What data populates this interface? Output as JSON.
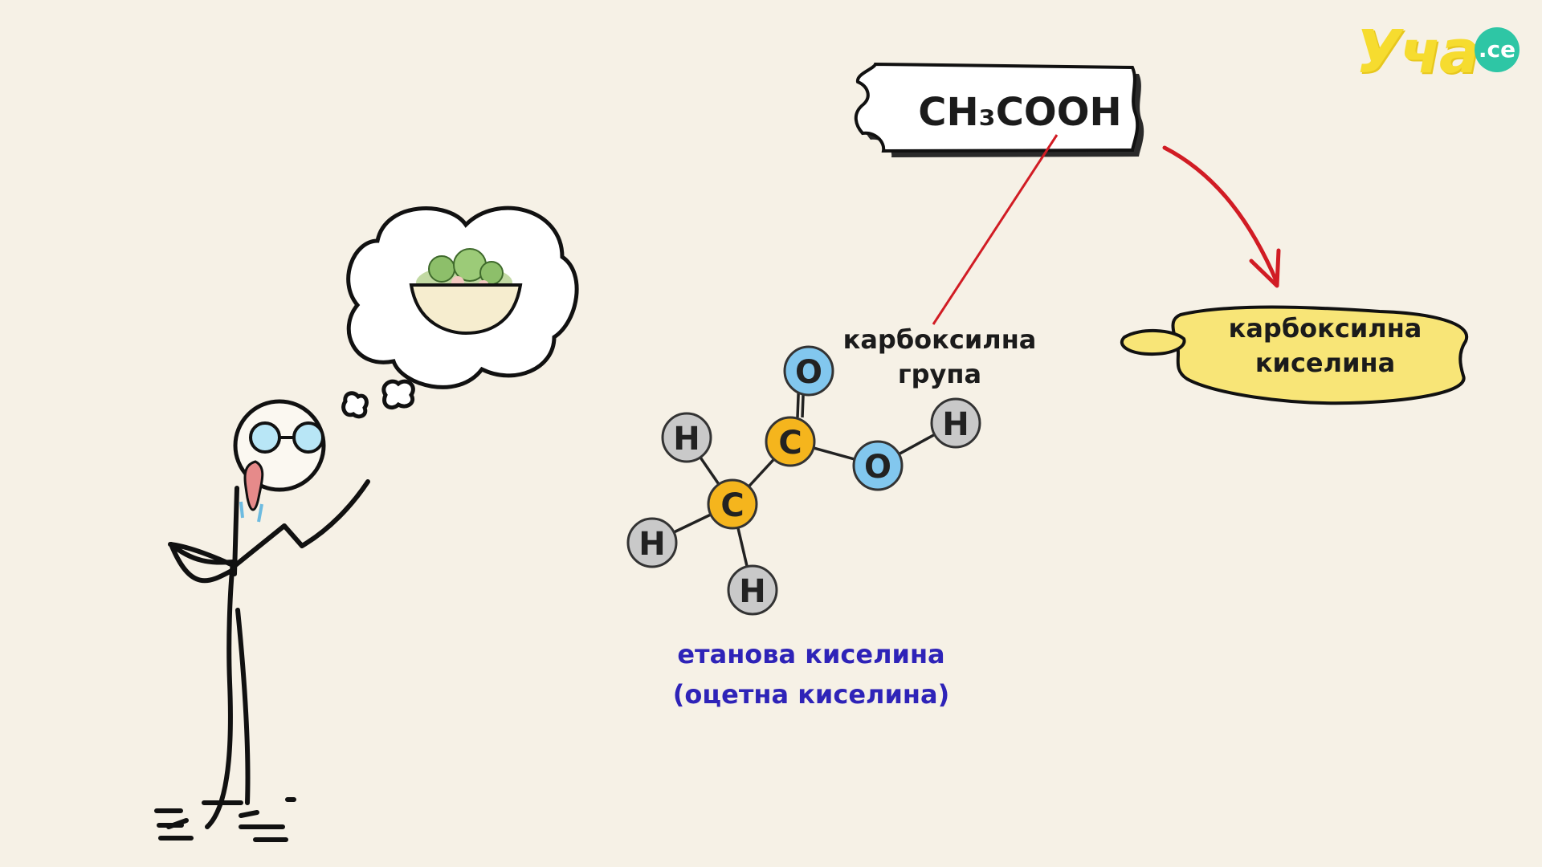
{
  "logo": {
    "text": "Уча",
    "badge": ".ce"
  },
  "formula": {
    "text": "CH₃COOH"
  },
  "labels": {
    "carboxyl_group": [
      "карбоксилна",
      "група"
    ],
    "carboxylic_acid": [
      "карбоксилна",
      "киселина"
    ],
    "compound_name": [
      "етанова киселина",
      "(оцетна киселина)"
    ]
  },
  "molecule": {
    "atoms": [
      {
        "element": "H",
        "type": "hydrogen"
      },
      {
        "element": "H",
        "type": "hydrogen"
      },
      {
        "element": "H",
        "type": "hydrogen"
      },
      {
        "element": "C",
        "type": "carbon"
      },
      {
        "element": "C",
        "type": "carbon"
      },
      {
        "element": "O",
        "type": "oxygen"
      },
      {
        "element": "O",
        "type": "oxygen"
      },
      {
        "element": "H",
        "type": "hydrogen"
      }
    ]
  },
  "colors": {
    "background": "#f6f1e6",
    "carbon": "#f5b51d",
    "oxygen": "#82c7ee",
    "hydrogen": "#c9c9c9",
    "arrow": "#d11c24",
    "name_label": "#2e23b8",
    "blob_fill": "#f8e577",
    "logo_yellow": "#f6dc2f",
    "logo_teal": "#2ec6a5"
  }
}
